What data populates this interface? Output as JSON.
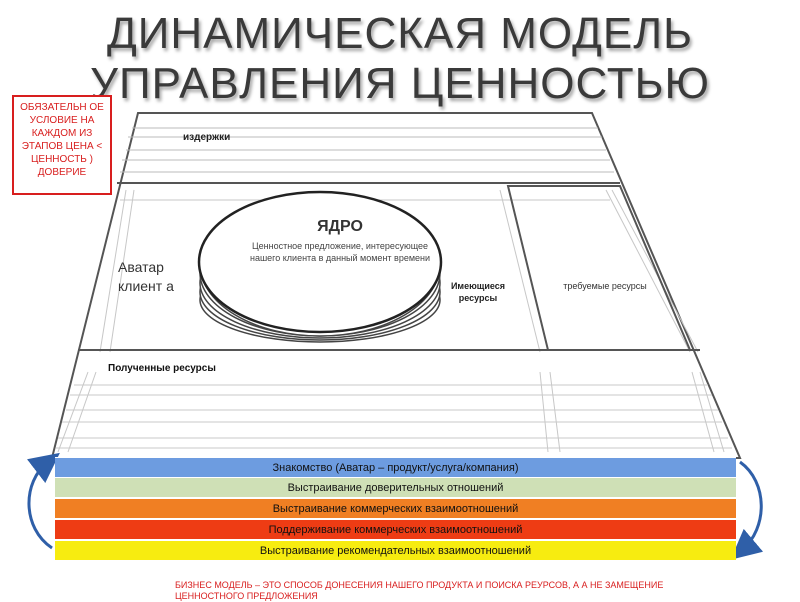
{
  "title": {
    "line1": "ДИНАМИЧЕСКАЯ МОДЕЛЬ",
    "line2": "УПРАВЛЕНИЯ ЦЕННОСТЬЮ"
  },
  "note": "ОБЯЗАТЕЛЬН ОЕ УСЛОВИЕ НА КАЖДОМ ИЗ ЭТАПОВ ЦЕНА < ЦЕННОСТЬ ) ДОВЕРИЕ",
  "diagram": {
    "costs_label": "издержки",
    "avatar_label": "Аватар клиент а",
    "core_title": "ЯДРО",
    "core_text": "Ценностное предложение, интересующее нашего клиента в данный момент времени",
    "existing_resources": "Имеющиеся ресурсы",
    "required_resources": "требуемые ресурсы",
    "received_resources": "Полученные ресурсы"
  },
  "stages": [
    {
      "label": "Знакомство (Аватар – продукт/услуга/компания)",
      "color": "#6d9ce0"
    },
    {
      "label": "Выстраивание доверительных отношений",
      "color": "#cfe0b6"
    },
    {
      "label": "Выстраивание коммерческих взаимоотношений",
      "color": "#f07f23"
    },
    {
      "label": "Поддерживание коммерческих взаимоотношений",
      "color": "#ee3c14"
    },
    {
      "label": "Выстраивание рекомендательных взаимоотношений",
      "color": "#f7ec10"
    }
  ],
  "footer": "БИЗНЕС МОДЕЛЬ – ЭТО СПОСОБ ДОНЕСЕНИЯ НАШЕГО ПРОДУКТА И ПОИСКА РЕУРСОВ, А А НЕ ЗАМЕЩЕНИЕ ЦЕННОСТНОГО ПРЕДЛОЖЕНИЯ"
}
